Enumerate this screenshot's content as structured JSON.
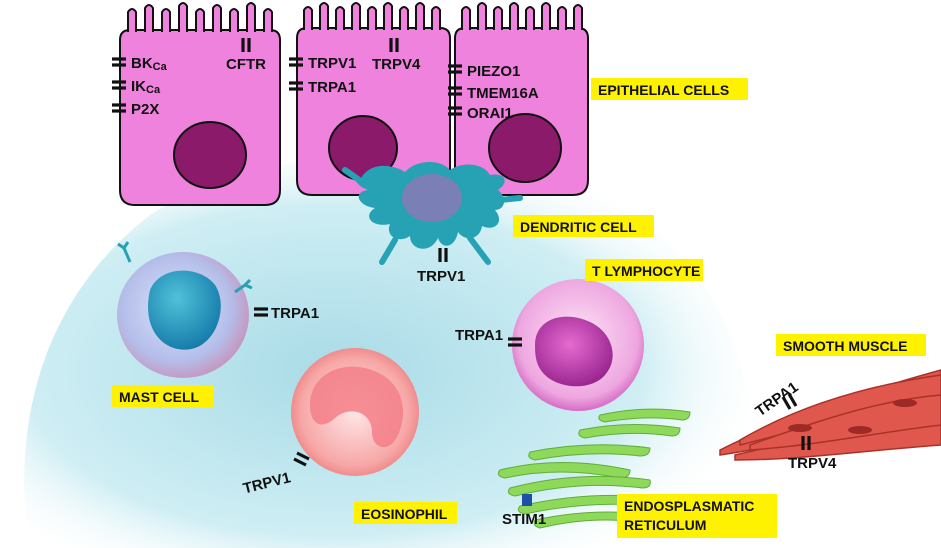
{
  "labels": {
    "epithelial_cells": "EPITHELIAL CELLS",
    "dendritic_cell": "DENDRITIC CELL",
    "t_lymphocyte": "T LYMPHOCYTE",
    "mast_cell": "MAST CELL",
    "smooth_muscle": "SMOOTH MUSCLE",
    "eosinophil": "EOSINOPHIL",
    "er_line1": "ENDOSPLASMATIC",
    "er_line2": "RETICULUM"
  },
  "channels": {
    "cell1": {
      "bk_main": "BK",
      "bk_sub": "Ca",
      "ik_main": "IK",
      "ik_sub": "Ca",
      "p2x": "P2X",
      "cftr": "CFTR"
    },
    "cell2": {
      "trpv1": "TRPV1",
      "trpv4": "TRPV4",
      "trpa1": "TRPA1"
    },
    "cell3": {
      "piezo1": "PIEZO1",
      "tmem16a": "TMEM16A",
      "orai1": "ORAI1"
    },
    "dendritic": "TRPV1",
    "mast": "TRPA1",
    "tlymph": "TRPA1",
    "eosinophil": "TRPV1",
    "smooth_trpa1": "TRPA1",
    "smooth_trpv4": "TRPV4",
    "stim1": "STIM1"
  },
  "colors": {
    "epithelial_fill": "#ee82dc",
    "nucleus": "#8b1a6b",
    "dendritic": "#27a2b5",
    "tissue_bg": "#bfe6ef",
    "label_box": "#fff200",
    "smooth_muscle": "#e0584d",
    "er_green": "#8ed85a",
    "stim1_blue": "#1c4fa8"
  }
}
